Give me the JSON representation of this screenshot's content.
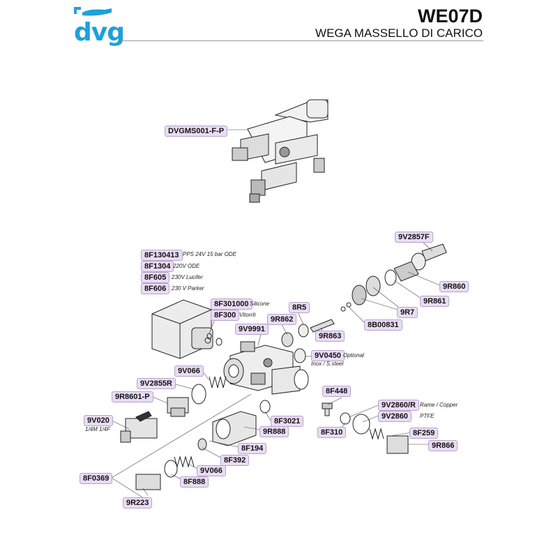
{
  "header": {
    "logo_text": "dvg",
    "model_code": "WE07D",
    "subtitle": "WEGA MASSELLO DI CARICO"
  },
  "parts": [
    {
      "code": "DVGMS001-F-P",
      "note": ""
    },
    {
      "code": "9V2857F",
      "note": ""
    },
    {
      "code": "8F130413",
      "note": "PPS 24V 15 bar ODE"
    },
    {
      "code": "8F1304",
      "note": "220V ODE"
    },
    {
      "code": "8F605",
      "note": "230V Lucifer"
    },
    {
      "code": "8F606",
      "note": "230 V Parker"
    },
    {
      "code": "8F301000",
      "note": "Silicone"
    },
    {
      "code": "8F300",
      "note": "Viton®"
    },
    {
      "code": "8R5",
      "note": ""
    },
    {
      "code": "9R862",
      "note": ""
    },
    {
      "code": "9V9991",
      "note": ""
    },
    {
      "code": "9R860",
      "note": ""
    },
    {
      "code": "9R861",
      "note": ""
    },
    {
      "code": "9R7",
      "note": ""
    },
    {
      "code": "8B00831",
      "note": ""
    },
    {
      "code": "9R863",
      "note": ""
    },
    {
      "code": "9V0450",
      "note": "Optional"
    },
    {
      "code": "9V066",
      "note": ""
    },
    {
      "code": "9V2855R",
      "note": ""
    },
    {
      "code": "9R8601-P",
      "note": ""
    },
    {
      "code": "8F448",
      "note": ""
    },
    {
      "code": "9V2860/R",
      "note": "Rame / Copper"
    },
    {
      "code": "9V2860",
      "note": "PTFE"
    },
    {
      "code": "9V020",
      "note": "1/4M 1/4F"
    },
    {
      "code": "8F3021",
      "note": ""
    },
    {
      "code": "9R888",
      "note": ""
    },
    {
      "code": "8F310",
      "note": ""
    },
    {
      "code": "8F259",
      "note": ""
    },
    {
      "code": "9R866",
      "note": ""
    },
    {
      "code": "8F194",
      "note": ""
    },
    {
      "code": "8F392",
      "note": ""
    },
    {
      "code": "8F0369",
      "note": ""
    },
    {
      "code": "9V066",
      "note": ""
    },
    {
      "code": "8F888",
      "note": ""
    },
    {
      "code": "9R223",
      "note": ""
    }
  ],
  "extra_notes": {
    "inox": "Inox / S.steel"
  }
}
